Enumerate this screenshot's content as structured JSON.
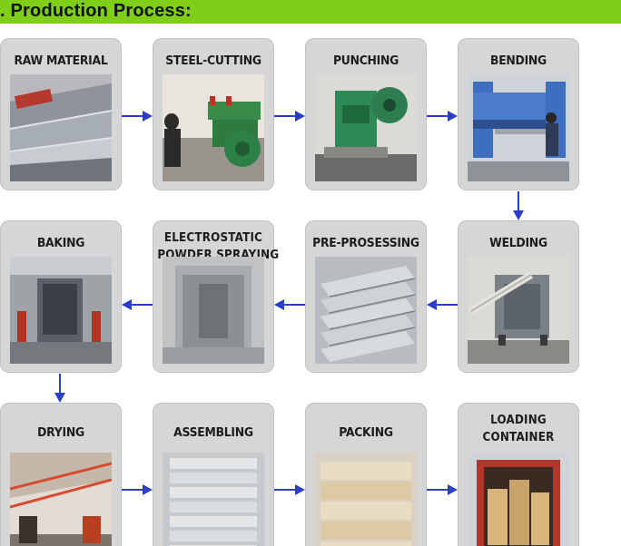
{
  "header": {
    "title": ". Production Process:"
  },
  "steps": [
    {
      "label": "RAW MATERIAL"
    },
    {
      "label": "STEEL-CUTTING"
    },
    {
      "label": "PUNCHING"
    },
    {
      "label": "BENDING"
    },
    {
      "label": "WELDING"
    },
    {
      "label": "PRE-PROSESSING"
    },
    {
      "label": "ELECTROSTATIC\nPOWDER SPRAYING"
    },
    {
      "label": "BAKING"
    },
    {
      "label": "DRYING"
    },
    {
      "label": "ASSEMBLING"
    },
    {
      "label": "PACKING"
    },
    {
      "label": "LOADING\nCONTAINER"
    }
  ],
  "colors": {
    "header": "#7fce1a",
    "card": "#d6d6d6",
    "arrow": "#2b3ec8"
  }
}
